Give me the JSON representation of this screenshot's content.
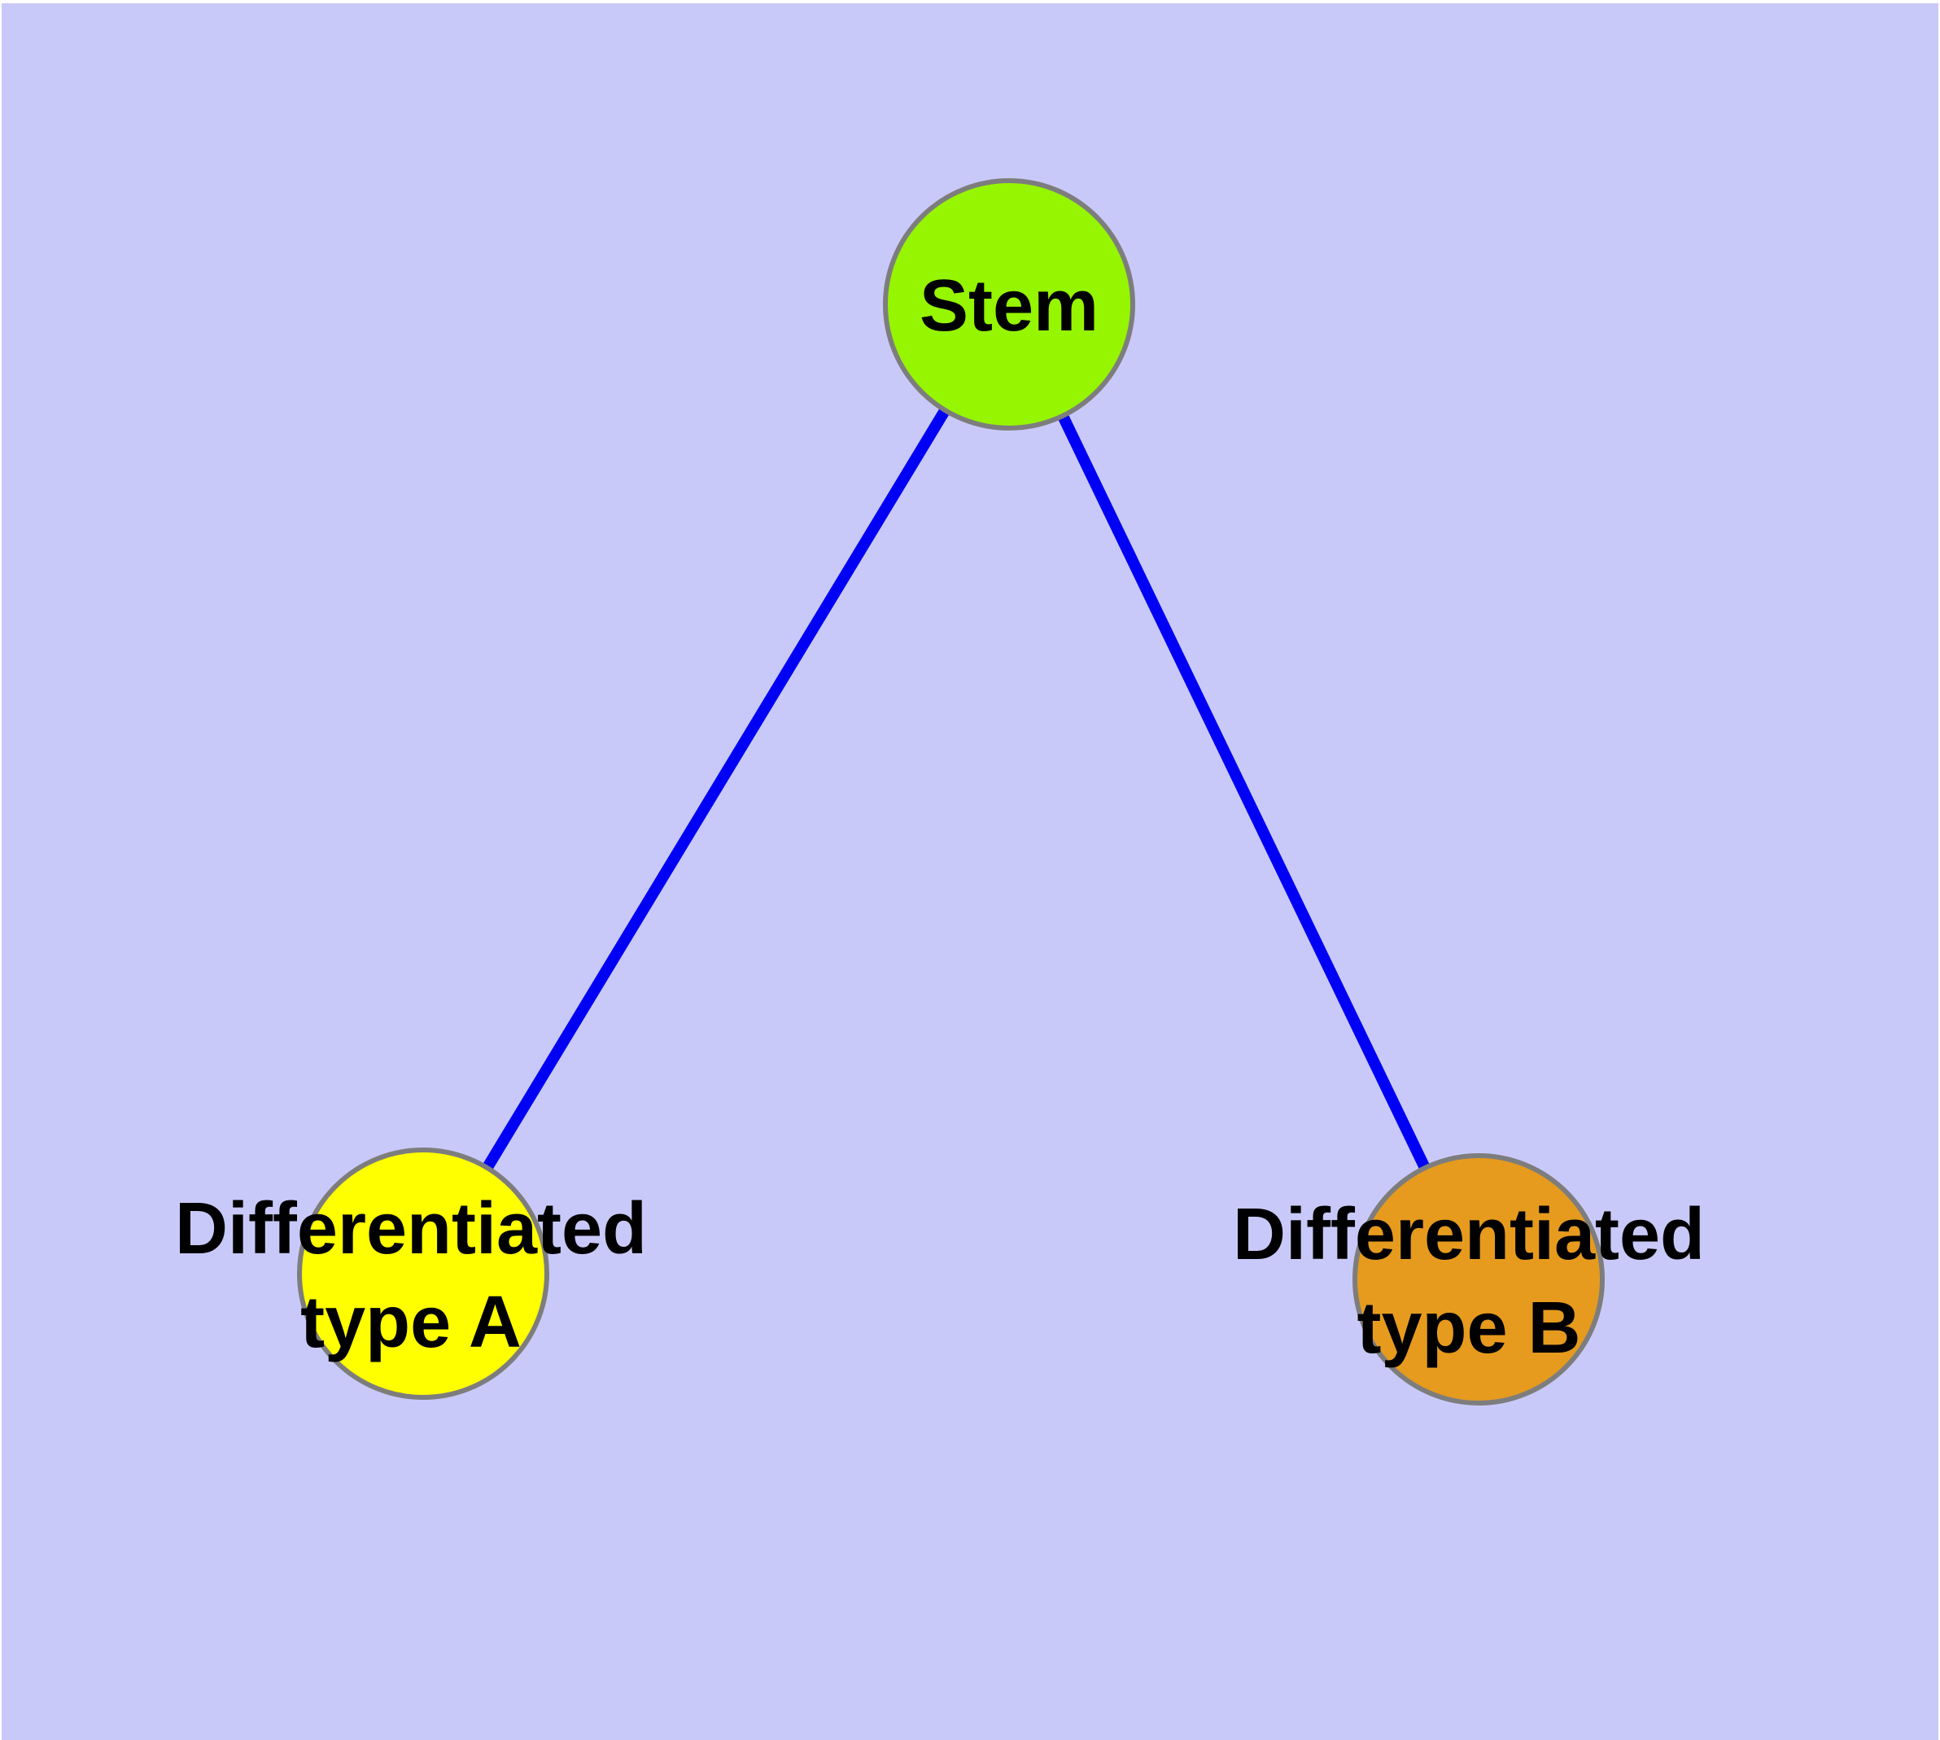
{
  "colors": {
    "frame": "#FFFFFF",
    "background": "#C9C9F9",
    "edge": "#0000F5",
    "node_border": "#7D7D7D",
    "stem_fill": "#96F500",
    "type_a_fill": "#FFFF00",
    "type_b_fill": "#E69B1E",
    "label_text": "#000000"
  },
  "diagram": {
    "type": "graph",
    "nodes": [
      {
        "id": "stem",
        "label": "Stem",
        "label_lines": [
          "Stem"
        ],
        "fill_key": "stem_fill"
      },
      {
        "id": "differentiated-type-a",
        "label": "Differentiated type A",
        "label_lines": [
          "Differentiated",
          "type A"
        ],
        "fill_key": "type_a_fill"
      },
      {
        "id": "differentiated-type-b",
        "label": "Differentiated type B",
        "label_lines": [
          "Differentiated",
          "type B"
        ],
        "fill_key": "type_b_fill"
      }
    ],
    "edges": [
      {
        "from": "stem",
        "to": "differentiated-type-a"
      },
      {
        "from": "stem",
        "to": "differentiated-type-b"
      }
    ]
  }
}
